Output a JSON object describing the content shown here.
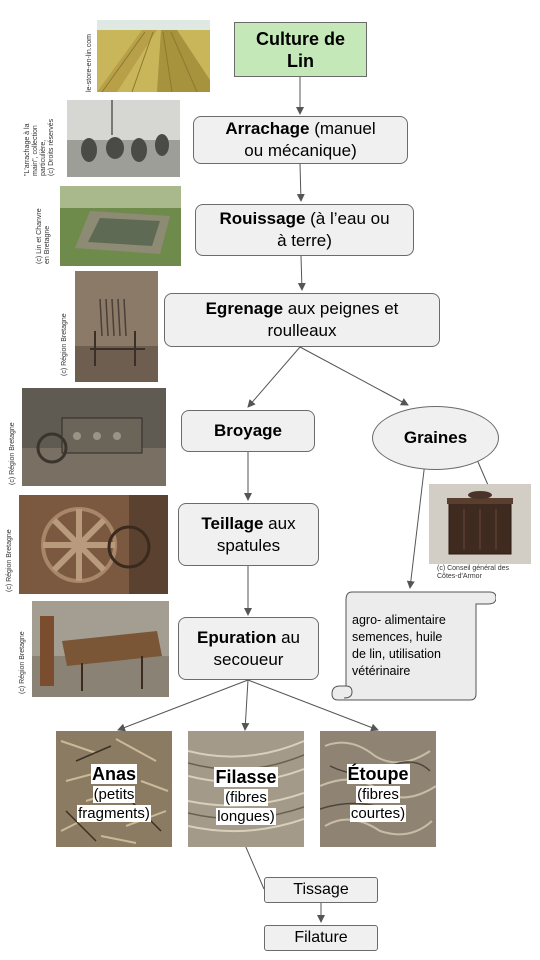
{
  "nodes": {
    "culture": {
      "line1": "Culture de",
      "line2": "Lin"
    },
    "arrachage": {
      "bold": "Arrachage",
      "rest1": " (manuel",
      "rest2": "ou mécanique)"
    },
    "rouissage": {
      "bold": "Rouissage",
      "rest1": " (à l’eau ou",
      "rest2": "à terre)"
    },
    "egrenage": {
      "bold": "Egrenage",
      "rest1": " aux peignes et",
      "rest2": "roulleaux"
    },
    "broyage": {
      "bold": "Broyage"
    },
    "graines": {
      "bold": "Graines"
    },
    "teillage": {
      "bold": "Teillage",
      "rest1": " aux",
      "rest2": "spatules"
    },
    "epuration": {
      "bold": "Epuration",
      "rest1": " au",
      "rest2": "secoueur"
    },
    "uses": {
      "line1": "agro- alimentaire",
      "line2": "semences, huile",
      "line3": "de lin, utilisation",
      "line4": "vétérinaire"
    },
    "tissage": {
      "label": "Tissage"
    },
    "filature": {
      "label": "Filature"
    }
  },
  "outputs": {
    "anas": {
      "title": "Anas",
      "line1": "(petits",
      "line2": "fragments)"
    },
    "filasse": {
      "title": "Filasse",
      "line1": "(fibres",
      "line2": "longues)"
    },
    "etoupe": {
      "title": "Étoupe",
      "line1": "(fibres",
      "line2": "courtes)"
    }
  },
  "credits": {
    "c1": "le-store-en-lin.com",
    "c2a": "\"L'arrachage à la",
    "c2b": "main\", collection",
    "c2c": "particulière,",
    "c2d": "(c) Droits réservés",
    "c3a": "(c) Lin et Chanvre",
    "c3b": "en Bretagne",
    "c4": "(c) Région Bretagne",
    "c5": "(c) Région Bretagne",
    "c6": "(c) Région Bretagne",
    "c7": "(c) Région Bretagne",
    "c8a": "(c) Conseil général des",
    "c8b": "Côtes-d'Armor"
  }
}
